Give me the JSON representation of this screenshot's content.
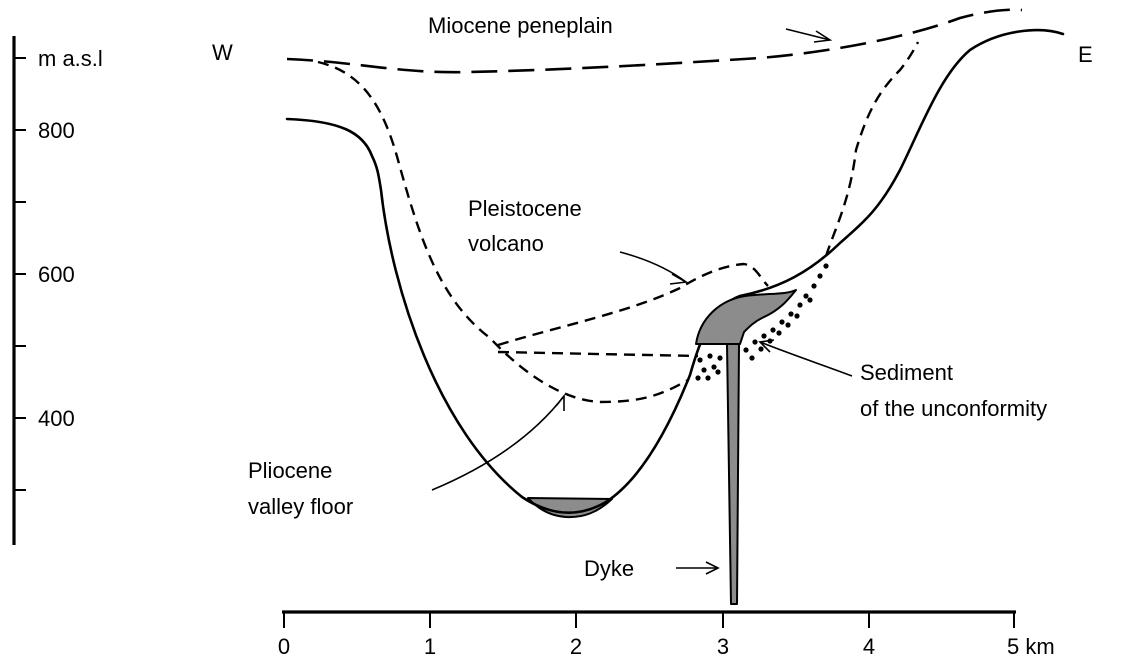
{
  "orientation": {
    "west": "W",
    "east": "E"
  },
  "vertical_axis": {
    "unit_label": "m a.s.l",
    "tick_labels": [
      "800",
      "600",
      "400"
    ]
  },
  "horizontal_axis": {
    "tick_labels": [
      "0",
      "1",
      "2",
      "3",
      "4"
    ],
    "last_tick_label": "5 km"
  },
  "labels": {
    "miocene": "Miocene peneplain",
    "pleistocene_line1": "Pleistocene",
    "pleistocene_line2": "volcano",
    "sediment_line1": "Sediment",
    "sediment_line2": "of the unconformity",
    "pliocene_line1": "Pliocene",
    "pliocene_line2": "valley floor",
    "dyke": "Dyke"
  },
  "colors": {
    "lava_fill": "#8c8c8c",
    "line": "#000000",
    "background": "#ffffff"
  }
}
